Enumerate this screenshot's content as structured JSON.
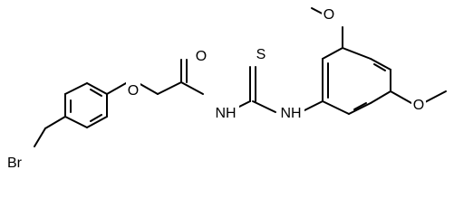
{
  "molecule": {
    "atoms": {
      "br": "Br",
      "o_ether": "O",
      "o_carbonyl": "O",
      "nh_amide": "NH",
      "s_thio": "S",
      "nh_aryl": "NH",
      "o_methoxy_top": "O",
      "o_methoxy_right": "O"
    }
  }
}
